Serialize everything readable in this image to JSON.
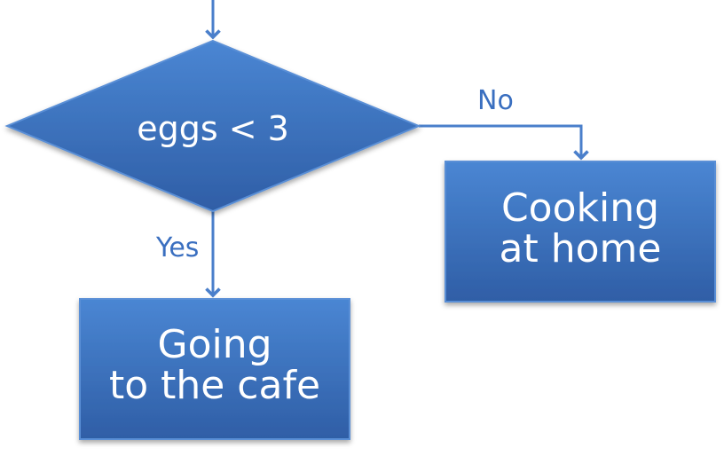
{
  "decision": {
    "text": "eggs < 3"
  },
  "edges": {
    "no_label": "No",
    "yes_label": "Yes"
  },
  "outcomes": {
    "no": {
      "line1": "Cooking",
      "line2": "at home"
    },
    "yes": {
      "line1": "Going",
      "line2": "to the cafe"
    }
  },
  "colors": {
    "shape_fill_top": "#4a86d3",
    "shape_fill_bottom": "#2f5ea6",
    "shape_border": "#5a8fd6",
    "connector": "#4a7fcb",
    "edge_label": "#3a6fc0",
    "text": "#ffffff"
  }
}
